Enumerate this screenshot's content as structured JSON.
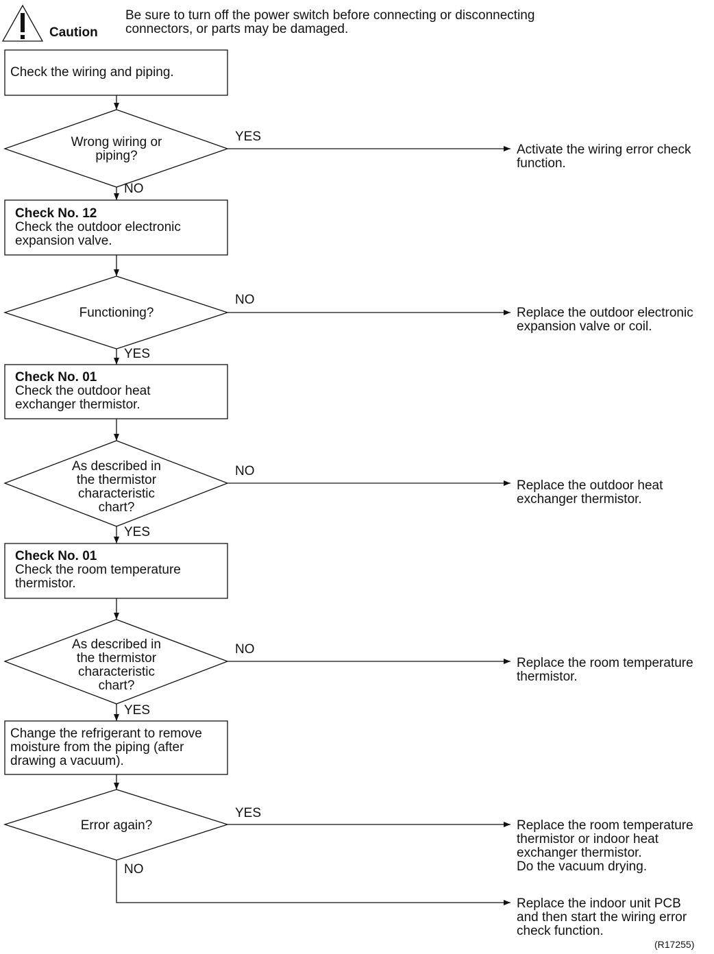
{
  "caution": {
    "label": "Caution",
    "text": "Be sure to turn off the power switch before connecting or disconnecting\nconnectors, or parts may be damaged."
  },
  "steps": {
    "s1": "Check the wiring and piping.",
    "d1": "Wrong wiring or\npiping?",
    "d1_yes": "YES",
    "d1_no": "NO",
    "r1": "Activate the wiring error check\nfunction.",
    "s2_title": "Check No. 12",
    "s2_text": "Check the outdoor electronic\nexpansion valve.",
    "d2": "Functioning?",
    "d2_no": "NO",
    "d2_yes": "YES",
    "r2": "Replace the outdoor electronic\nexpansion valve or coil.",
    "s3_title": "Check No. 01",
    "s3_text": "Check the outdoor heat\nexchanger thermistor.",
    "d3": "As described in\nthe thermistor\ncharacteristic\nchart?",
    "d3_no": "NO",
    "d3_yes": "YES",
    "r3": "Replace the outdoor heat\nexchanger thermistor.",
    "s4_title": "Check No. 01",
    "s4_text": "Check the room temperature\nthermistor.",
    "d4": "As described in\nthe thermistor\ncharacteristic\nchart?",
    "d4_no": "NO",
    "d4_yes": "YES",
    "r4": "Replace the room temperature\nthermistor.",
    "s5": "Change the refrigerant to remove\nmoisture from the piping (after\ndrawing a vacuum).",
    "d5": "Error again?",
    "d5_yes": "YES",
    "d5_no": "NO",
    "r5": "Replace the room temperature\nthermistor or indoor heat\nexchanger thermistor.\nDo the vacuum drying.",
    "r6": "Replace the indoor unit PCB\nand then start the wiring error\ncheck function."
  },
  "figure_code": "(R17255)"
}
